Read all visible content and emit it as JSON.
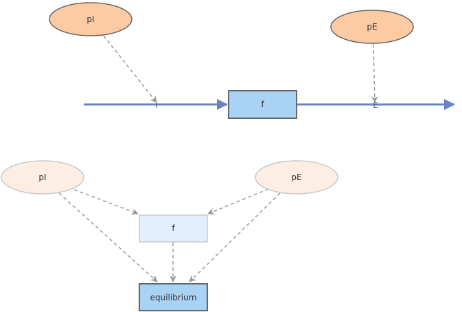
{
  "top": {
    "param_i": "pI",
    "param_e": "pE",
    "function": "f",
    "input_marker": "I",
    "output_marker": "E"
  },
  "bottom": {
    "param_i": "pI",
    "param_e": "pE",
    "function": "f",
    "result": "equilibrium"
  },
  "colors": {
    "param_fill": "#fdcba3",
    "param_fill_faded": "#fdeee3",
    "function_fill": "#a8d3f5",
    "function_fill_faded": "#e1f0fc",
    "flow_line": "#6784c1",
    "dashed_edge": "#999999"
  }
}
